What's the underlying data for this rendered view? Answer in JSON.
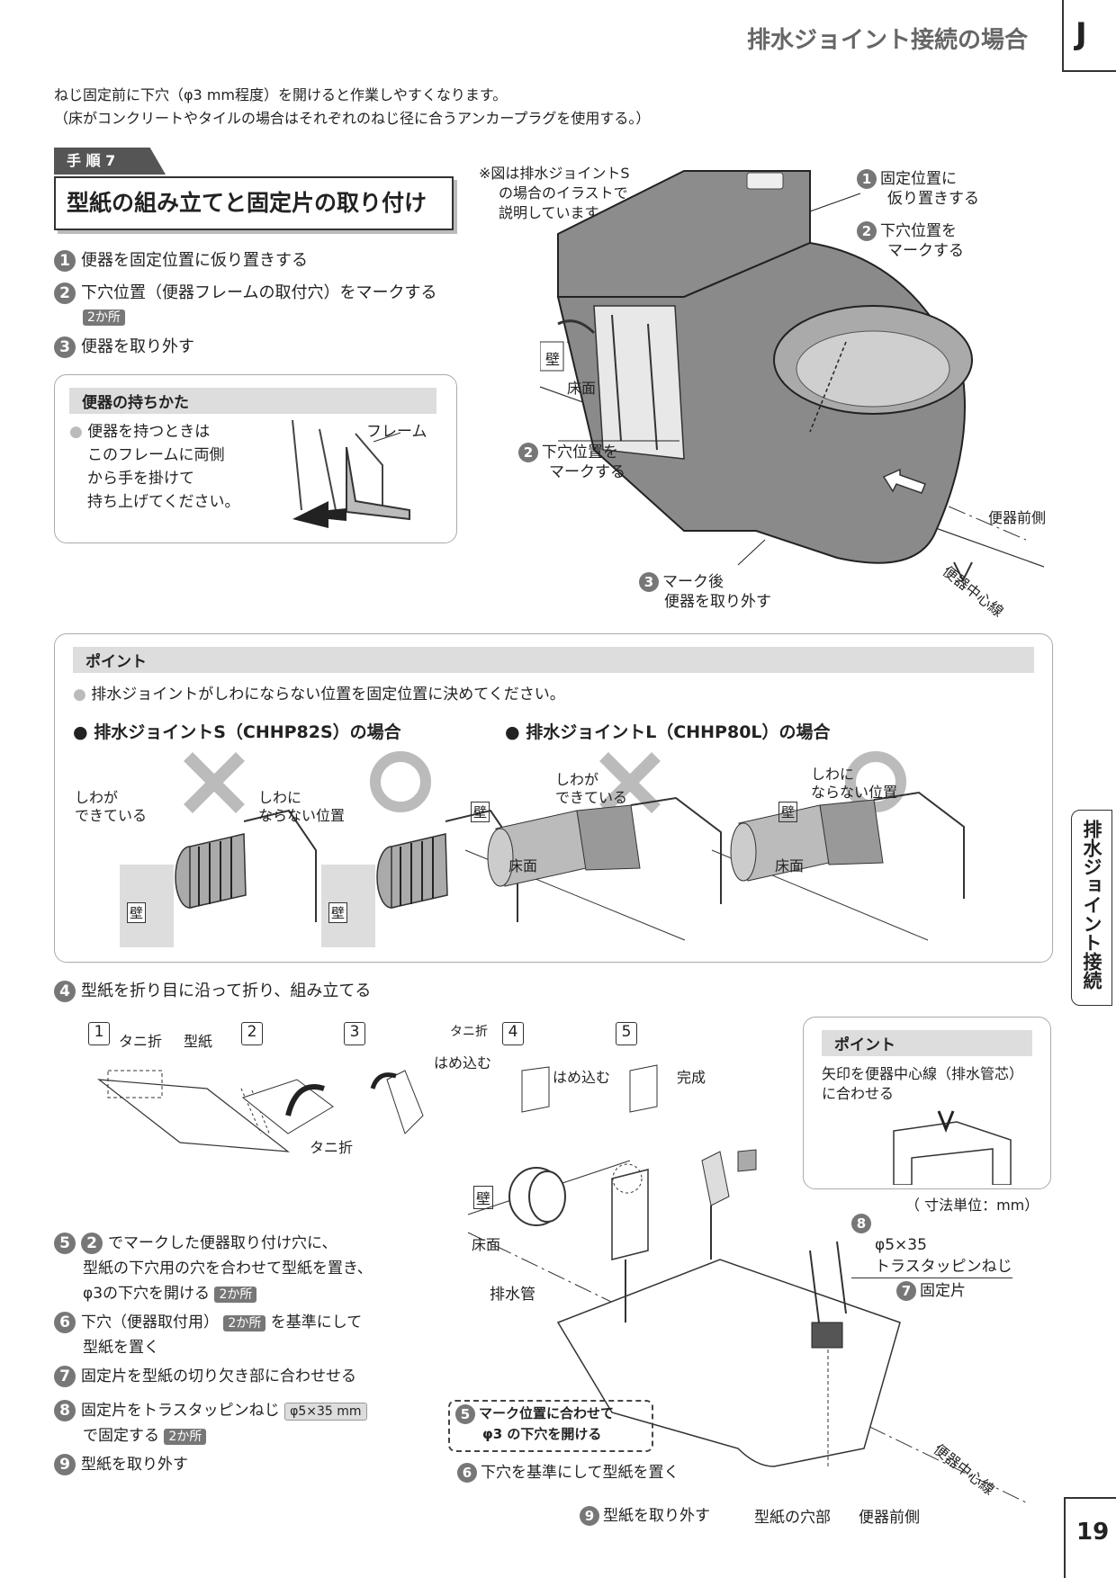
{
  "header": {
    "title": "排水ジョイント接続の場合",
    "tab_letter": "J"
  },
  "intro": {
    "line1": "ねじ固定前に下穴（φ3 mm程度）を開けると作業しやすくなります。",
    "line2": "（床がコンクリートやタイルの場合はそれぞれのねじ径に合うアンカープラグを使用する。）"
  },
  "step": {
    "label": "手 順 7",
    "title": "型紙の組み立てと固定片の取り付け",
    "items": [
      {
        "num": "1",
        "text": "便器を固定位置に仮り置きする"
      },
      {
        "num": "2",
        "text": "下穴位置（便器フレームの取付穴）をマークする",
        "badge": "2か所"
      },
      {
        "num": "3",
        "text": "便器を取り外す"
      }
    ]
  },
  "carry_box": {
    "title": "便器の持ちかた",
    "text_lines": [
      "便器を持つときは",
      "このフレームに両側",
      "から手を掛けて",
      "持ち上げてください。"
    ],
    "frame_label": "フレーム"
  },
  "toilet_figure": {
    "note_lines": [
      "※図は排水ジョイントS",
      "の場合のイラストで",
      "説明しています。"
    ],
    "callout1": {
      "num": "1",
      "lines": [
        "固定位置に",
        "仮り置きする"
      ]
    },
    "callout2": {
      "num": "2",
      "lines": [
        "下穴位置を",
        "マークする"
      ]
    },
    "callout2b": {
      "num": "2",
      "lines": [
        "下穴位置を",
        "マークする"
      ]
    },
    "callout3": {
      "num": "3",
      "lines": [
        "マーク後",
        "便器を取り外す"
      ]
    },
    "wall": "壁",
    "floor": "床面",
    "front_label": "便器前側",
    "center_label": "便器中心線"
  },
  "point_box": {
    "title": "ポイント",
    "bullet": "排水ジョイントがしわにならない位置を固定位置に決めてください。",
    "case_s": "排水ジョイントS（CHHP82S）の場合",
    "case_l": "排水ジョイントL（CHHP80L）の場合",
    "wrinkle_lines": [
      "しわが",
      "できている"
    ],
    "no_wrinkle_lines": [
      "しわに",
      "ならない位置"
    ],
    "wall": "壁",
    "floor": "床面"
  },
  "step4": {
    "num": "4",
    "text": "型紙を折り目に沿って折り、組み立てる",
    "sub": [
      "1",
      "2",
      "3",
      "4",
      "5"
    ],
    "label_taniori": "タニ折",
    "label_katagami": "型紙",
    "label_hamekomu": "はめ込む",
    "label_kansei": "完成"
  },
  "point_box2": {
    "title": "ポイント",
    "lines": [
      "矢印を便器中心線（排水管芯）",
      "に合わせる"
    ]
  },
  "unit_note": "（ 寸法単位：mm）",
  "screw": {
    "num": "8",
    "spec": "φ5×35",
    "name": "トラスタッピンねじ"
  },
  "fixing_piece": {
    "num": "7",
    "label": "固定片"
  },
  "install_figure": {
    "wall": "壁",
    "floor": "床面",
    "drain_pipe": "排水管",
    "callout5_lines": [
      "マーク位置に合わせて",
      "φ3 の下穴を開ける"
    ],
    "callout5_num": "5",
    "callout6": {
      "num": "6",
      "text": "下穴を基準にして型紙を置く"
    },
    "callout9": {
      "num": "9",
      "text": "型紙を取り外す"
    },
    "hole_label": "型紙の穴部",
    "front_label": "便器前側",
    "center_label": "便器中心線"
  },
  "steps_lower": [
    {
      "num": "5",
      "ref": "2",
      "line1": "でマークした便器取り付け穴に、",
      "line2": "型紙の下穴用の穴を合わせて型紙を置き、",
      "line3": "φ3の下穴を開ける",
      "badge": "2か所"
    },
    {
      "num": "6",
      "line1a": "下穴（便器取付用）",
      "badge": "2か所",
      "line1b": "を基準にして",
      "line2": "型紙を置く"
    },
    {
      "num": "7",
      "line1": "固定片を型紙の切り欠き部に合わせせる"
    },
    {
      "num": "8",
      "line1a": "固定片をトラスタッピンねじ",
      "badge_light": "φ5×35 mm",
      "line2a": "で固定する",
      "badge": "2か所"
    },
    {
      "num": "9",
      "line1": "型紙を取り外す"
    }
  ],
  "side_tab": "排水ジョイント接続",
  "page_number": "19"
}
